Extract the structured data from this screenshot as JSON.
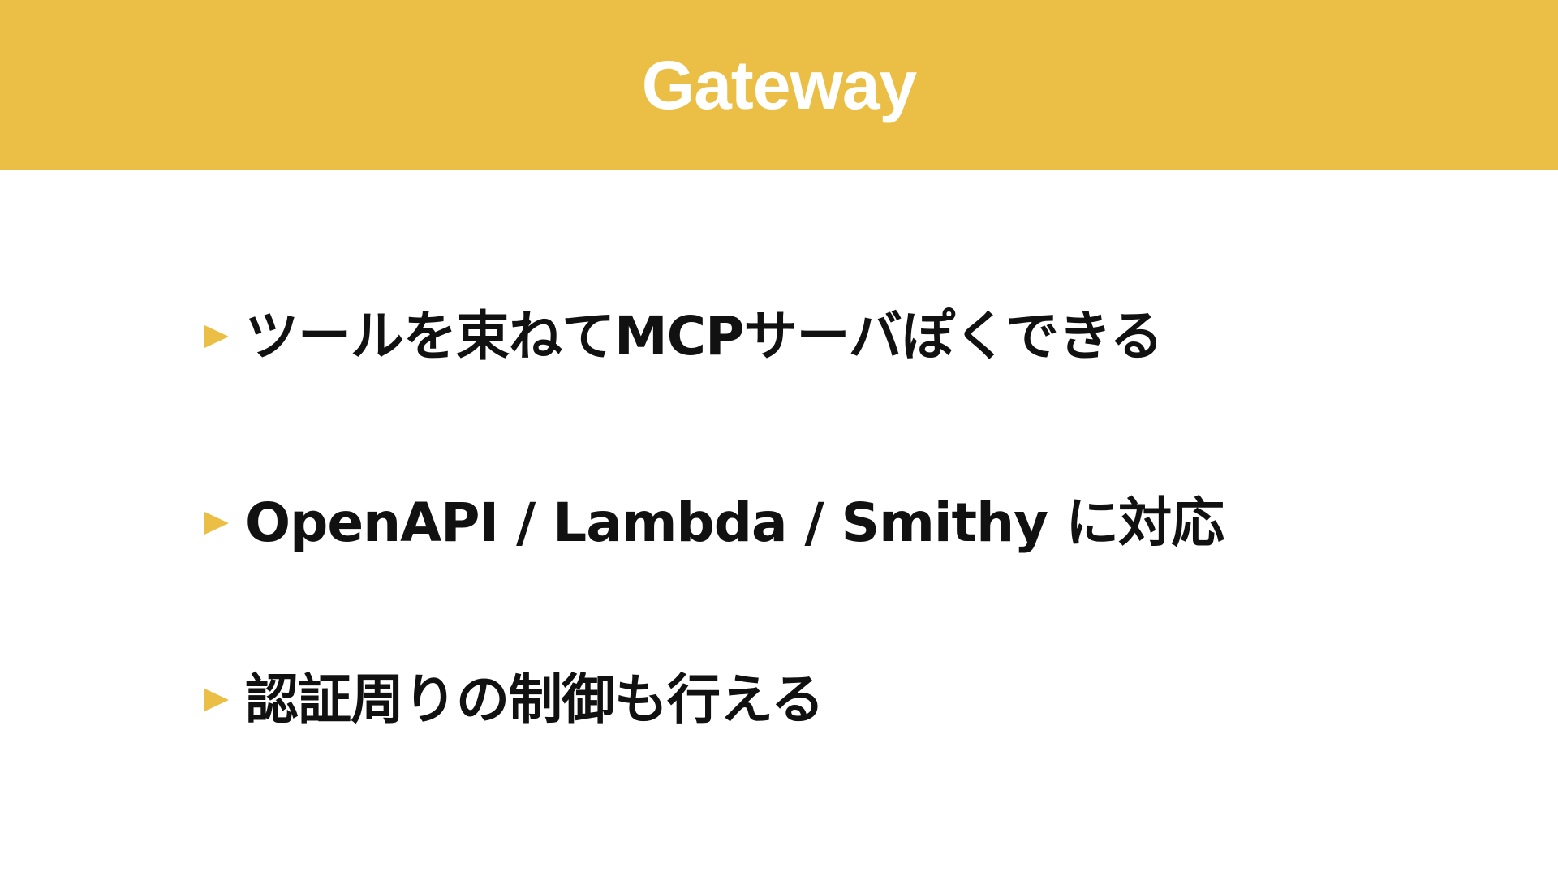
{
  "slide": {
    "title": "Gateway",
    "accent_color": "#EBBF45",
    "bullet_marker_icon": "triangle-right-icon",
    "bullets": [
      {
        "text": "ツールを束ねてMCPサーバぽくできる"
      },
      {
        "text": "OpenAPI / Lambda / Smithy に対応"
      },
      {
        "text": "認証周りの制御も行える"
      }
    ]
  }
}
